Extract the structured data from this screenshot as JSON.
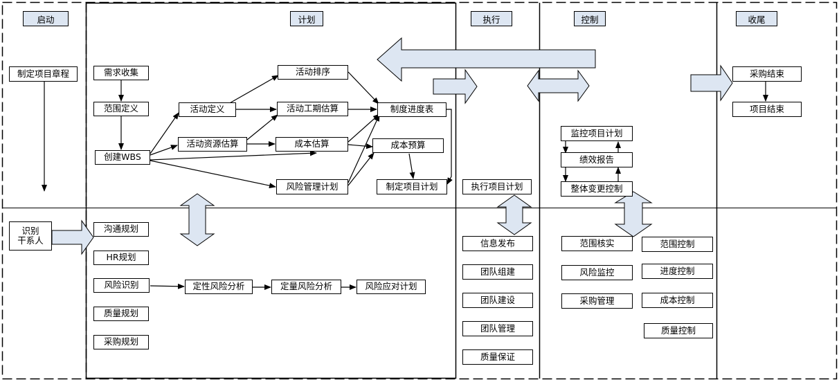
{
  "phases": {
    "initiating": "启动",
    "planning": "计划",
    "executing": "执行",
    "controlling": "控制",
    "closing": "收尾"
  },
  "initiating": {
    "develop_charter": "制定项目章程",
    "identify_stakeholders_line1": "识别",
    "identify_stakeholders_line2": "干系人"
  },
  "planning": {
    "collect_requirements": "需求收集",
    "define_scope": "范围定义",
    "create_wbs": "创建WBS",
    "define_activities": "活动定义",
    "estimate_activity_resources": "活动资源估算",
    "sequence_activities": "活动排序",
    "estimate_activity_durations": "活动工期估算",
    "estimate_costs": "成本估算",
    "plan_risk_management": "风险管理计划",
    "develop_schedule": "制度进度表",
    "determine_budget": "成本预算",
    "develop_pm_plan": "制定项目计划",
    "plan_communications": "沟通规划",
    "plan_hr": "HR规划",
    "identify_risks": "风险识别",
    "qualitative_risk": "定性风险分析",
    "quantitative_risk": "定量风险分析",
    "plan_risk_responses": "风险应对计划",
    "plan_quality": "质量规划",
    "plan_procurements": "采购规划"
  },
  "executing": {
    "direct_manage": "执行项目计划",
    "distribute_info": "信息发布",
    "acquire_team": "团队组建",
    "develop_team": "团队建设",
    "manage_team": "团队管理",
    "quality_assurance": "质量保证"
  },
  "controlling": {
    "monitor_control": "监控项目计划",
    "performance_report": "绩效报告",
    "integrated_change": "整体变更控制",
    "verify_scope": "范围核实",
    "control_scope": "范围控制",
    "monitor_risks": "风险监控",
    "control_schedule": "进度控制",
    "administer_procurements": "采购管理",
    "control_costs": "成本控制",
    "quality_control": "质量控制"
  },
  "closing": {
    "close_procurements": "采购结束",
    "close_project": "项目结束"
  },
  "colors": {
    "phase_fill": "#dde6f2",
    "block_arrow_fill": "#dde6f2",
    "line": "#000000"
  }
}
